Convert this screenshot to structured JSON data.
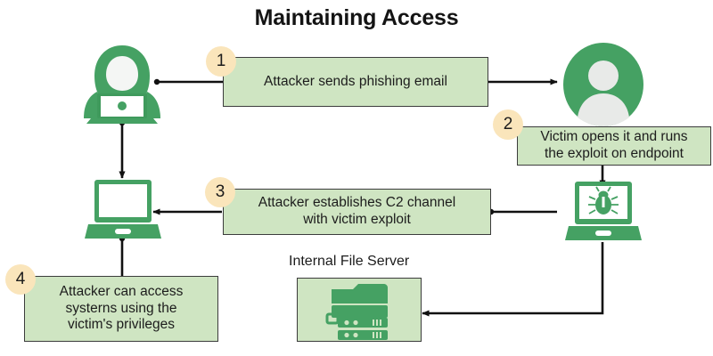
{
  "diagram": {
    "title": "Maintaining Access",
    "type": "cyber-attack-flow",
    "colors": {
      "accent_green": "#45a163",
      "box_fill": "#cfe5c2",
      "box_border": "#3c3c3c",
      "badge_fill": "#fae5bb",
      "connector": "#111111",
      "avatar_face": "#e8eae8",
      "title_color": "#141414"
    },
    "nodes": [
      {
        "id": "attacker",
        "icon": "hacker-icon",
        "label": ""
      },
      {
        "id": "victim",
        "icon": "user-avatar-icon",
        "label": ""
      },
      {
        "id": "attacker-laptop",
        "icon": "laptop-icon",
        "label": ""
      },
      {
        "id": "victim-laptop",
        "icon": "infected-laptop-bug-icon",
        "label": ""
      },
      {
        "id": "file-server",
        "icon": "server-icon",
        "label": "Internal File Server"
      }
    ],
    "steps": [
      {
        "number": "1",
        "text": "Attacker sends phishing email"
      },
      {
        "number": "2",
        "text": "Victim opens it and runs the exploit on endpoint"
      },
      {
        "number": "3",
        "text": "Attacker establishes C2 channel with victim exploit"
      },
      {
        "number": "4",
        "text": "Attacker can access systerns using the victim's privileges"
      }
    ],
    "step_lines": {
      "step1": [
        "Attacker sends phishing email"
      ],
      "step2": [
        "Victim opens it and runs",
        "the exploit on endpoint"
      ],
      "step3": [
        "Attacker establishes C2 channel",
        "with victim exploit"
      ],
      "step4": [
        "Attacker can access",
        "systerns using the",
        "victim's privileges"
      ]
    },
    "server_label": "Internal File Server"
  }
}
